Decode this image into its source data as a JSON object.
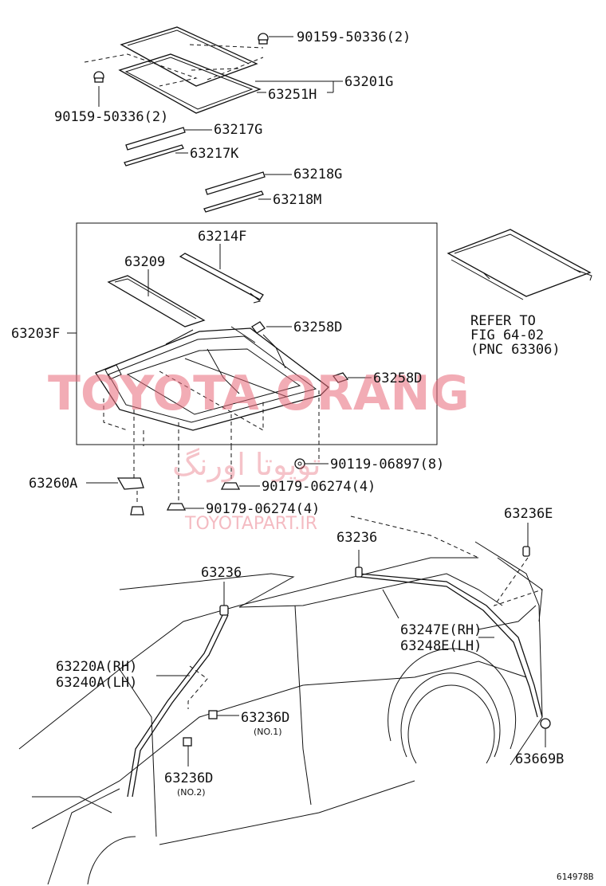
{
  "labels": {
    "p90159_top": "90159-50336(2)",
    "p63201G": "63201G",
    "p63251H": "63251H",
    "p90159_left": "90159-50336(2)",
    "p63217G": "63217G",
    "p63217K": "63217K",
    "p63218G": "63218G",
    "p63218M": "63218M",
    "p63214F": "63214F",
    "p63209": "63209",
    "p63203F": "63203F",
    "p63258D_1": "63258D",
    "p63258D_2": "63258D",
    "p63260A": "63260A",
    "p90119": "90119-06897(8)",
    "p90179_1": "90179-06274(4)",
    "p90179_2": "90179-06274(4)",
    "refer_1": "REFER TO",
    "refer_2": "FIG 64-02",
    "refer_3": "(PNC 63306)",
    "p63236E": "63236E",
    "p63236_right": "63236",
    "p63236_left": "63236",
    "p63247E": "63247E(RH)",
    "p63248E": "63248E(LH)",
    "p63220A": "63220A(RH)",
    "p63240A": "63240A(LH)",
    "p63236D_1": "63236D",
    "no1": "(NO.1)",
    "p63236D_2": "63236D",
    "no2": "(NO.2)",
    "p63669B": "63669B",
    "fig_number": "614978B"
  },
  "watermark": {
    "main": "TOYOTA ORANG",
    "arabic": "تویوتا اورنگ",
    "url": "TOYOTAPART.IR"
  },
  "colors": {
    "line": "#111111",
    "watermark": "#e86a7a"
  }
}
